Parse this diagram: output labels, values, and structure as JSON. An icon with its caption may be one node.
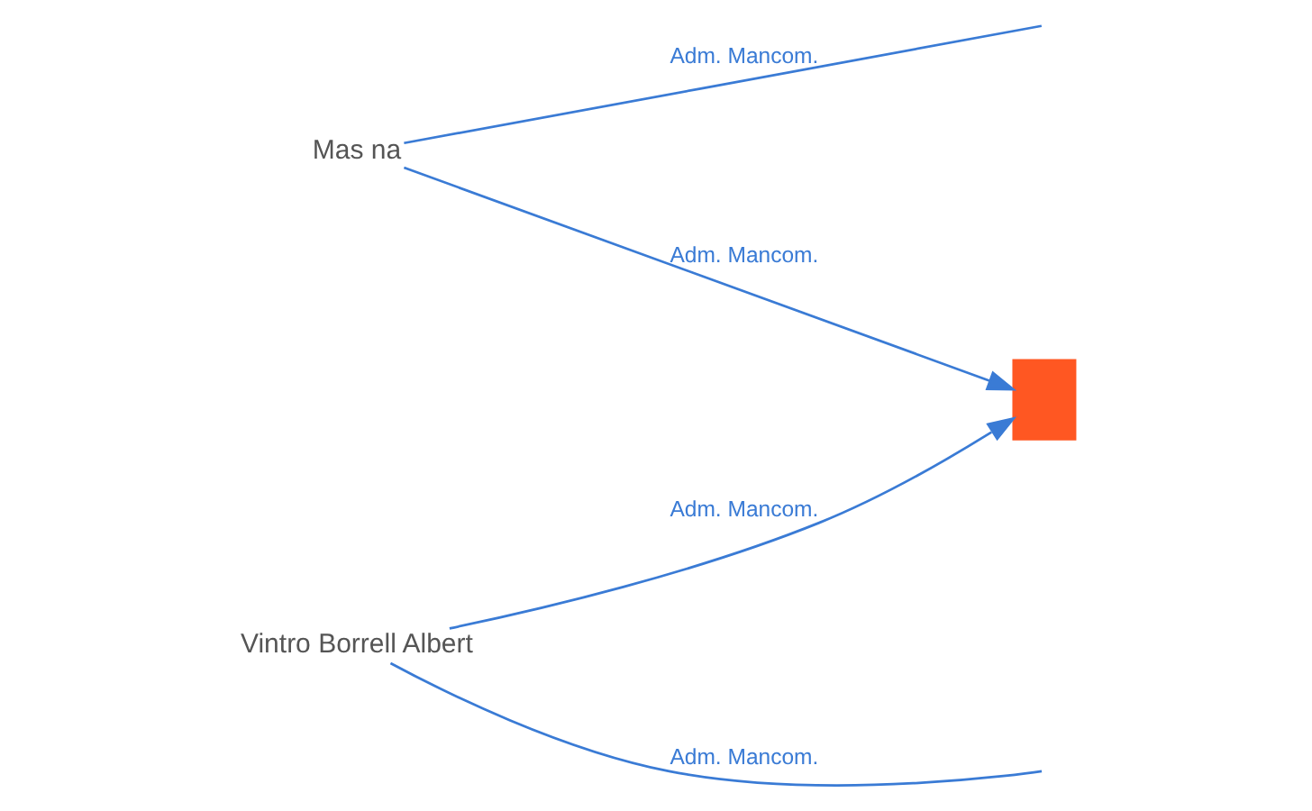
{
  "diagram": {
    "nodes": [
      {
        "text": [
          "Mas na"
        ]
      },
      {
        "text": [],
        "shape": "building"
      },
      {
        "text": [
          "Vintro Borrell Albert"
        ]
      }
    ],
    "edges": [
      {
        "from": 0,
        "to": 1,
        "arrow": "to",
        "label": "Adm. Mancom."
      },
      {
        "from": 0,
        "to": null,
        "arrow": "none",
        "label": "Adm. Mancom."
      },
      {
        "from": 2,
        "to": 1,
        "arrow": "to",
        "label": "Adm. Mancom."
      },
      {
        "from": 2,
        "to": null,
        "arrow": "none",
        "label": "Adm. Mancom."
      }
    ]
  }
}
